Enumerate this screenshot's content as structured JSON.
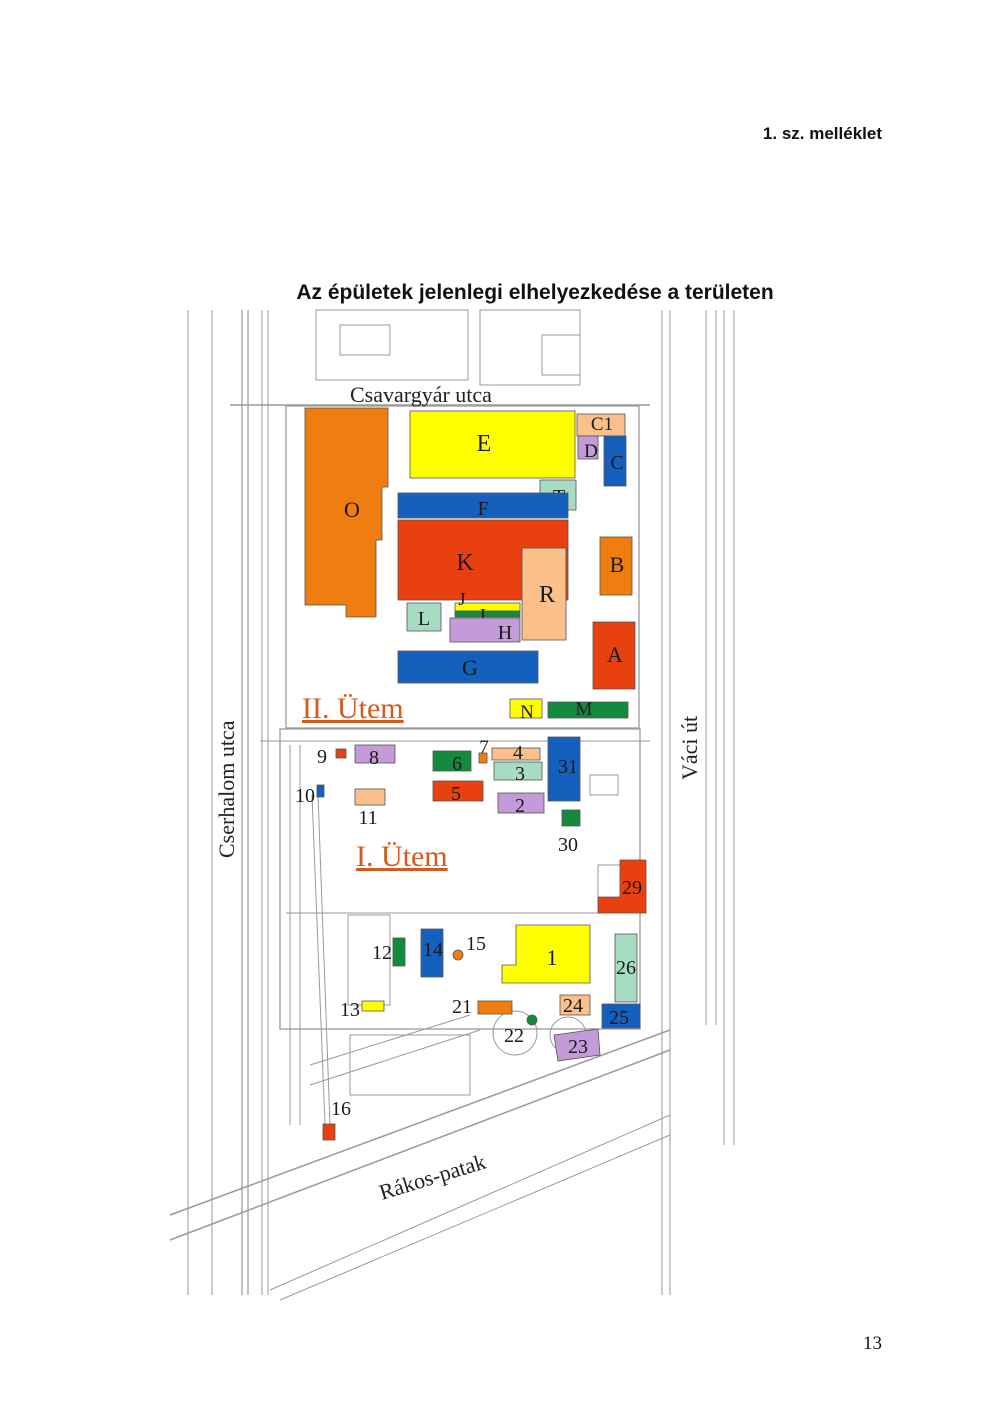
{
  "header": {
    "annex_label": "1. sz. melléklet",
    "map_title": "Az épületek jelenlegi elhelyezkedése a területen"
  },
  "footer": {
    "page_number": "13"
  },
  "map": {
    "street_labels": {
      "north": "Csavargyár utca",
      "west": "Cserhalom utca",
      "east": "Váci út",
      "south": "Rákos-patak"
    },
    "phase_labels": {
      "phase_two": "II. Ütem",
      "phase_one": "I. Ütem"
    },
    "colors": {
      "orange": "#ef7d10",
      "yellow": "#ffff00",
      "blue": "#1560bd",
      "red": "#e8400e",
      "peach": "#fbbf8c",
      "mint": "#a8dcc2",
      "lavender": "#c49ad8",
      "green": "#138a3c",
      "phase_text": "#d65a1f",
      "linework": "#9a9a9a"
    },
    "buildings": [
      {
        "label": "O",
        "color": "orange"
      },
      {
        "label": "E",
        "color": "yellow"
      },
      {
        "label": "C1",
        "color": "peach"
      },
      {
        "label": "D",
        "color": "lavender"
      },
      {
        "label": "C",
        "color": "blue"
      },
      {
        "label": "T",
        "color": "mint"
      },
      {
        "label": "F",
        "color": "blue"
      },
      {
        "label": "K",
        "color": "red"
      },
      {
        "label": "R",
        "color": "peach"
      },
      {
        "label": "B",
        "color": "orange"
      },
      {
        "label": "J",
        "color": "yellow"
      },
      {
        "label": "I",
        "color": "green"
      },
      {
        "label": "L",
        "color": "mint"
      },
      {
        "label": "H",
        "color": "lavender"
      },
      {
        "label": "A",
        "color": "red"
      },
      {
        "label": "G",
        "color": "blue"
      },
      {
        "label": "N",
        "color": "yellow"
      },
      {
        "label": "M",
        "color": "green"
      },
      {
        "label": "9",
        "color": "red"
      },
      {
        "label": "8",
        "color": "lavender"
      },
      {
        "label": "7",
        "color": "orange"
      },
      {
        "label": "6",
        "color": "green"
      },
      {
        "label": "4",
        "color": "peach"
      },
      {
        "label": "3",
        "color": "mint"
      },
      {
        "label": "31",
        "color": "blue"
      },
      {
        "label": "10",
        "color": "blue"
      },
      {
        "label": "11",
        "color": "peach"
      },
      {
        "label": "5",
        "color": "red"
      },
      {
        "label": "2",
        "color": "lavender"
      },
      {
        "label": "30",
        "color": "green"
      },
      {
        "label": "29",
        "color": "red"
      },
      {
        "label": "12",
        "color": "green"
      },
      {
        "label": "14",
        "color": "blue"
      },
      {
        "label": "15",
        "color": "orange"
      },
      {
        "label": "1",
        "color": "yellow"
      },
      {
        "label": "26",
        "color": "mint"
      },
      {
        "label": "13",
        "color": "yellow"
      },
      {
        "label": "21",
        "color": "orange"
      },
      {
        "label": "22",
        "color": "green"
      },
      {
        "label": "24",
        "color": "peach"
      },
      {
        "label": "25",
        "color": "blue"
      },
      {
        "label": "23",
        "color": "lavender"
      },
      {
        "label": "16",
        "color": "red"
      }
    ]
  }
}
